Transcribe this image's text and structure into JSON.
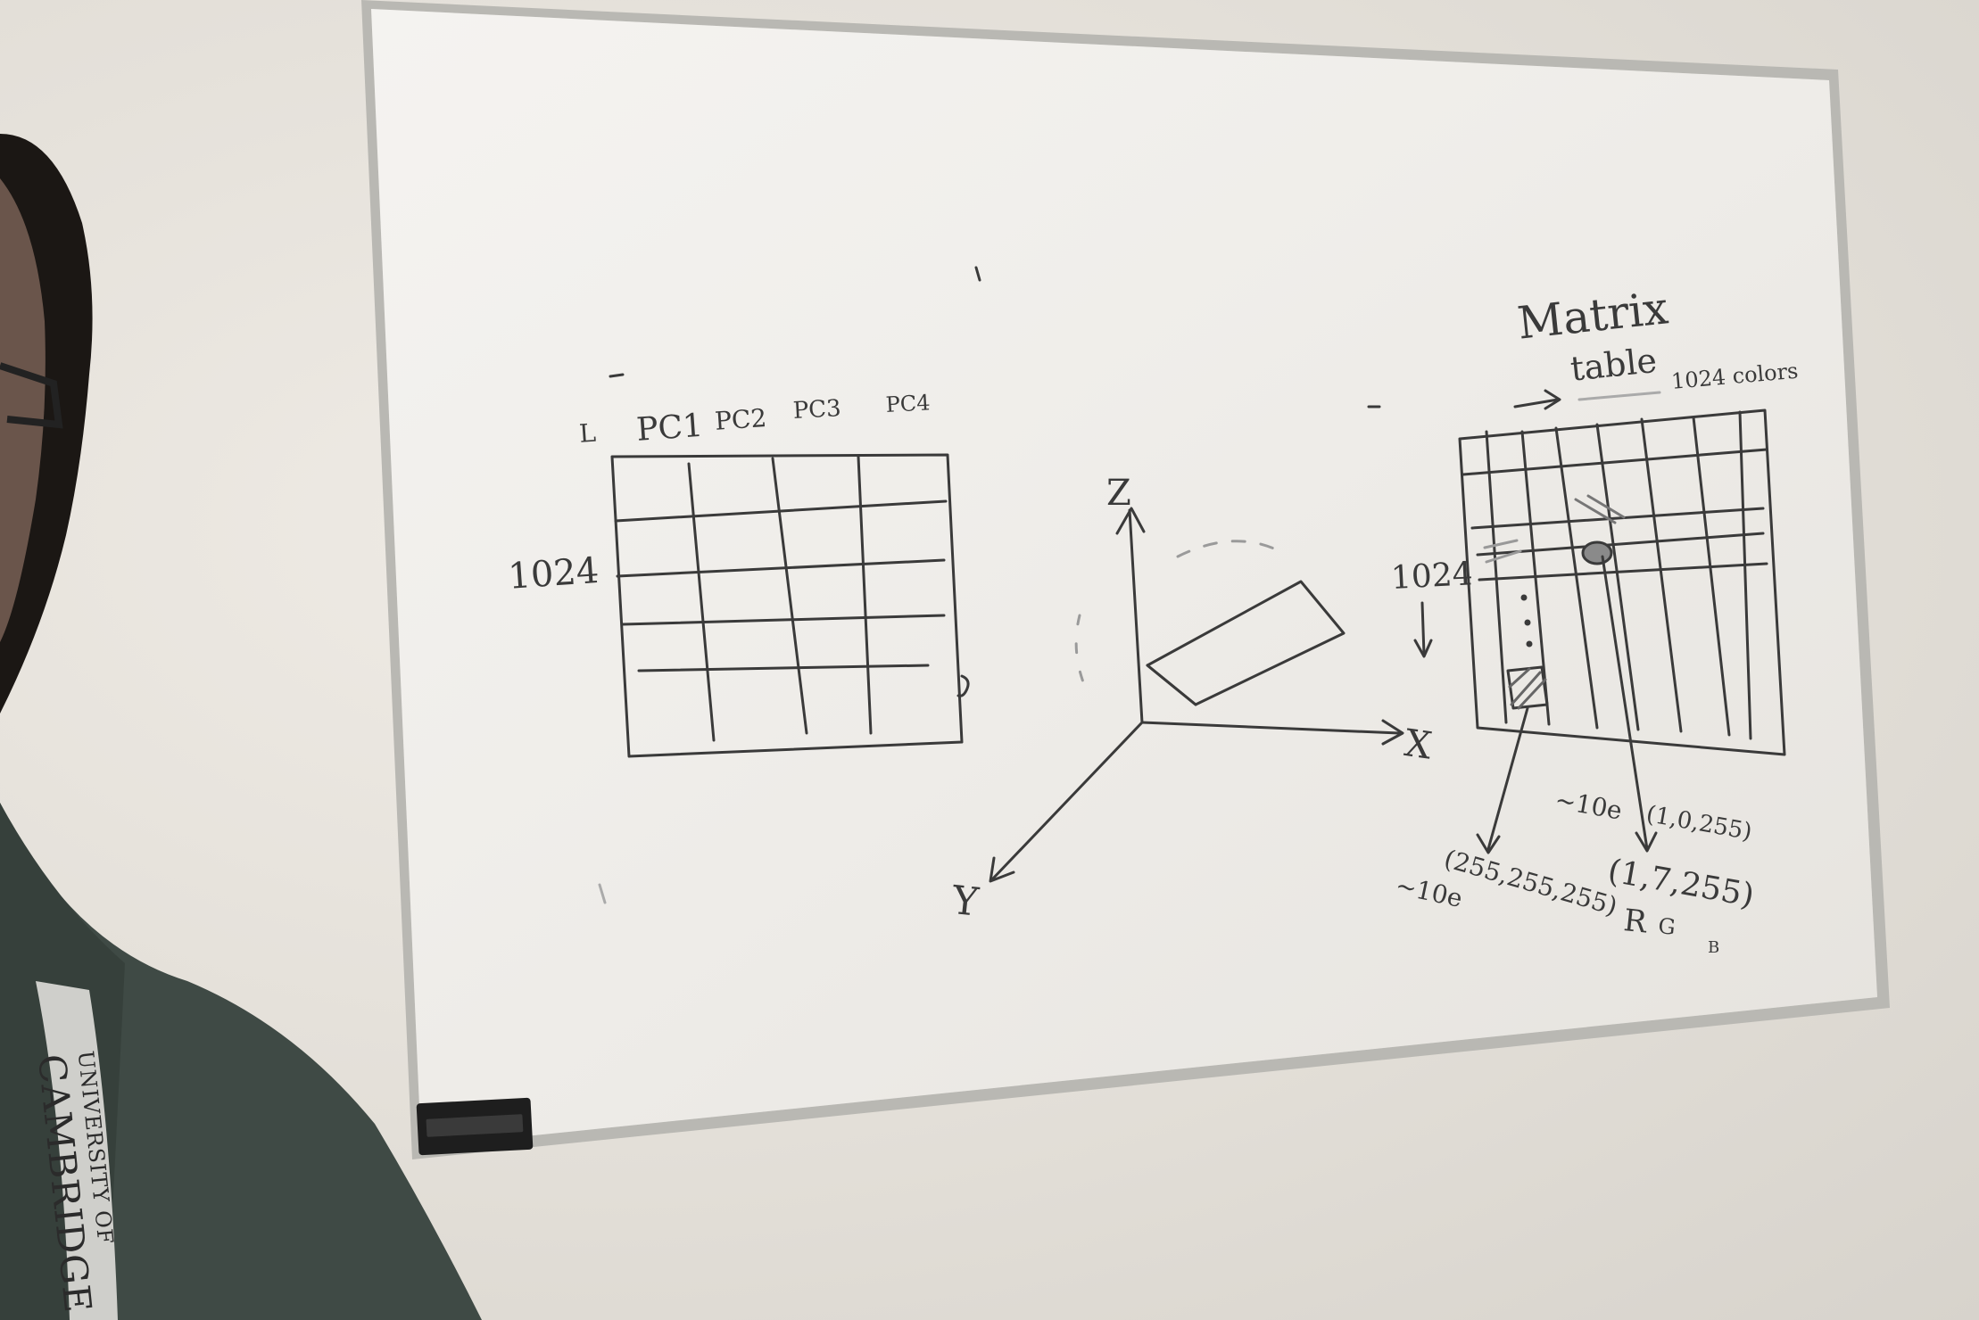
{
  "left_table": {
    "columns": [
      "PC1",
      "PC2",
      "PC3",
      "PC4"
    ],
    "row_count_label": "1024",
    "arrow_label": "L"
  },
  "axes": {
    "z": "Z",
    "x": "X",
    "y": "Y"
  },
  "right_table": {
    "title_line1": "Matrix",
    "title_line2": "table",
    "column_count_label": "1024 colors",
    "row_count_label": "1024",
    "values": [
      {
        "text": "~10e",
        "role": "count-left"
      },
      {
        "text": "(255,255,255)",
        "role": "rgb-white"
      },
      {
        "text": "~10e",
        "role": "count-right"
      },
      {
        "text": "(1,0,255)",
        "role": "rgb-a"
      },
      {
        "text": "(1,7,255)",
        "role": "rgb-b"
      },
      {
        "text": "R",
        "role": "channel-r"
      },
      {
        "text": "G",
        "role": "channel-g"
      },
      {
        "text": "B",
        "role": "channel-b"
      }
    ]
  },
  "lanyard": {
    "line1": "UNIVERSITY OF",
    "line2": "CAMBRIDGE"
  },
  "colors": {
    "marker": "#3a3a3a",
    "board": "#f1efeb",
    "frame": "#b9b8b3",
    "sweater": "#3f4a45",
    "hair": "#1b1714"
  }
}
